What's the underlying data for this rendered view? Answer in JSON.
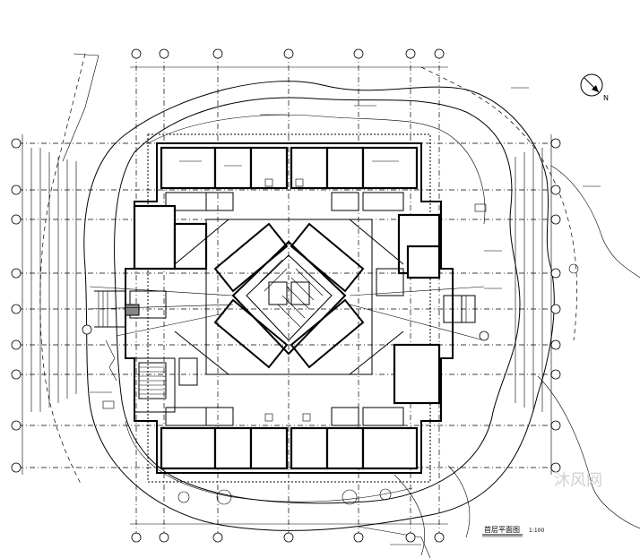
{
  "drawing": {
    "title_label": "首层平面图",
    "scale_label": "1:100",
    "north_label": "N",
    "watermark": "沐风网"
  },
  "colors": {
    "ink": "#000000",
    "paper": "#ffffff",
    "watermark": "#d0d0d0"
  }
}
